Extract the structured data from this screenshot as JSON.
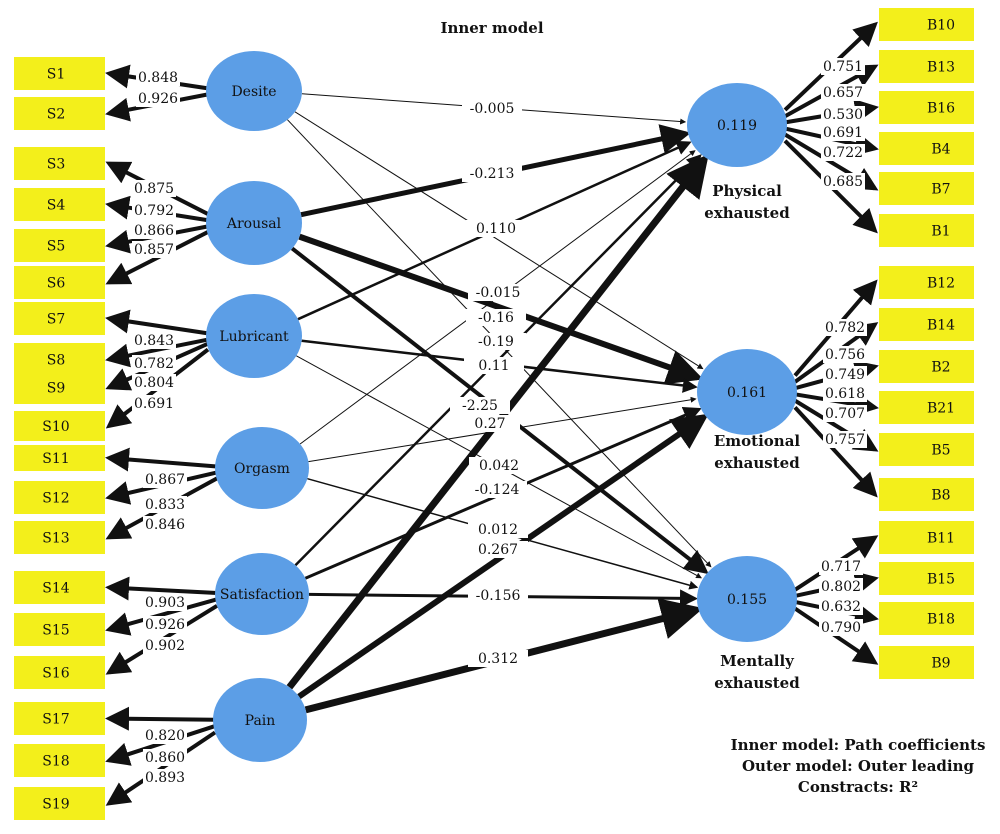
{
  "title": "Inner model",
  "legend": [
    "Inner model: Path coefficients",
    "Outer model: Outer leading",
    "Constracts: R²"
  ],
  "exogenous": [
    {
      "id": "desite",
      "label": "Desite"
    },
    {
      "id": "arousal",
      "label": "Arousal"
    },
    {
      "id": "lubricant",
      "label": "Lubricant"
    },
    {
      "id": "orgasm",
      "label": "Orgasm"
    },
    {
      "id": "satisfaction",
      "label": "Satisfaction"
    },
    {
      "id": "pain",
      "label": "Pain"
    }
  ],
  "endogenous": [
    {
      "id": "physical",
      "r2": "0.119",
      "label": [
        "Physical",
        "exhausted"
      ]
    },
    {
      "id": "emotional",
      "r2": "0.161",
      "label": [
        "Emotional",
        "exhausted"
      ]
    },
    {
      "id": "mentally",
      "r2": "0.155",
      "label": [
        "Mentally",
        "exhausted"
      ]
    }
  ],
  "s_items": [
    "S1",
    "S2",
    "S3",
    "S4",
    "S5",
    "S6",
    "S7",
    "S8",
    "S9",
    "S10",
    "S11",
    "S12",
    "S13",
    "S14",
    "S15",
    "S16",
    "S17",
    "S18",
    "S19"
  ],
  "b_items": [
    "B10",
    "B13",
    "B16",
    "B4",
    "B7",
    "B1",
    "B12",
    "B14",
    "B2",
    "B21",
    "B5",
    "B8",
    "B11",
    "B15",
    "B18",
    "B9"
  ],
  "s_loadings": {
    "desite": [
      "0.848",
      "0.926"
    ],
    "arousal": [
      "0.875",
      "0.792",
      "0.866",
      "0.857"
    ],
    "lubricant": [
      "0.843",
      "0.782",
      "0.804",
      "0.691"
    ],
    "orgasm": [
      "0.867",
      "0.833",
      "0.846"
    ],
    "satisfaction": [
      "0.903",
      "0.926",
      "0.902"
    ],
    "pain": [
      "0.820",
      "0.860",
      "0.893"
    ]
  },
  "b_loadings": {
    "physical": [
      "0.751",
      "0.657",
      "0.530",
      "0.691",
      "0.722",
      "0.685"
    ],
    "emotional": [
      "0.782",
      "0.756",
      "0.749",
      "0.618",
      "0.707",
      "0.757"
    ],
    "mentally": [
      "0.717",
      "0.802",
      "0.632",
      "0.790"
    ]
  },
  "path_coefficients": [
    "-0.005",
    "-0.213",
    "0.110",
    "-0.015",
    "-0.16",
    "-0.19",
    "0.11",
    "-2.25",
    "0.27",
    "0.042",
    "-0.124",
    "0.012",
    "0.267",
    "-0.156",
    "0.312"
  ]
}
